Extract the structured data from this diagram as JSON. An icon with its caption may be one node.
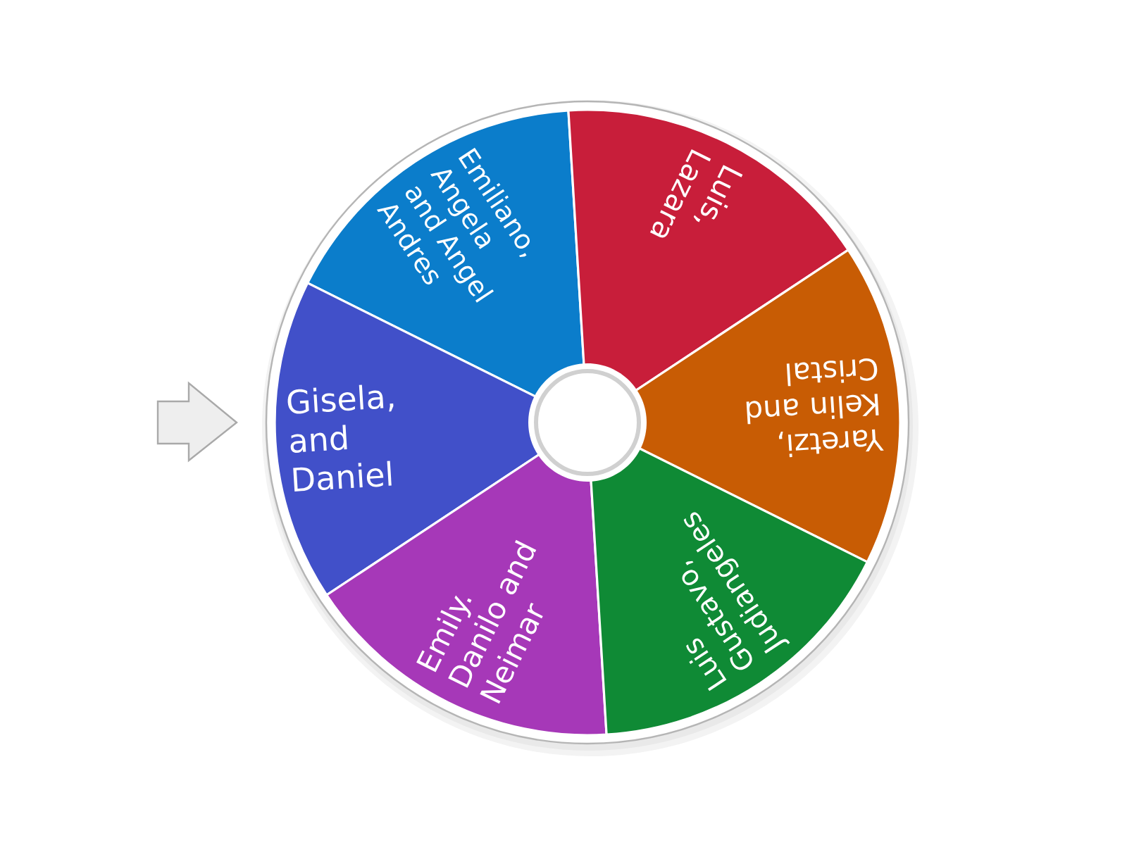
{
  "diagram": {
    "nodes": [
      {
        "text": [
          "Emiliano, Angela and Angel Andres"
        ]
      },
      {
        "text": [
          "Luis, Lazara"
        ]
      },
      {
        "text": [
          "Gisela, and Daniel"
        ]
      },
      {
        "text": [
          "Yaretzi, Kelin and Cristal"
        ]
      },
      {
        "text": [
          "Emily. Danilo and Neimar"
        ]
      },
      {
        "text": [
          "Luis Gustavo, Judiangeles"
        ]
      }
    ]
  }
}
